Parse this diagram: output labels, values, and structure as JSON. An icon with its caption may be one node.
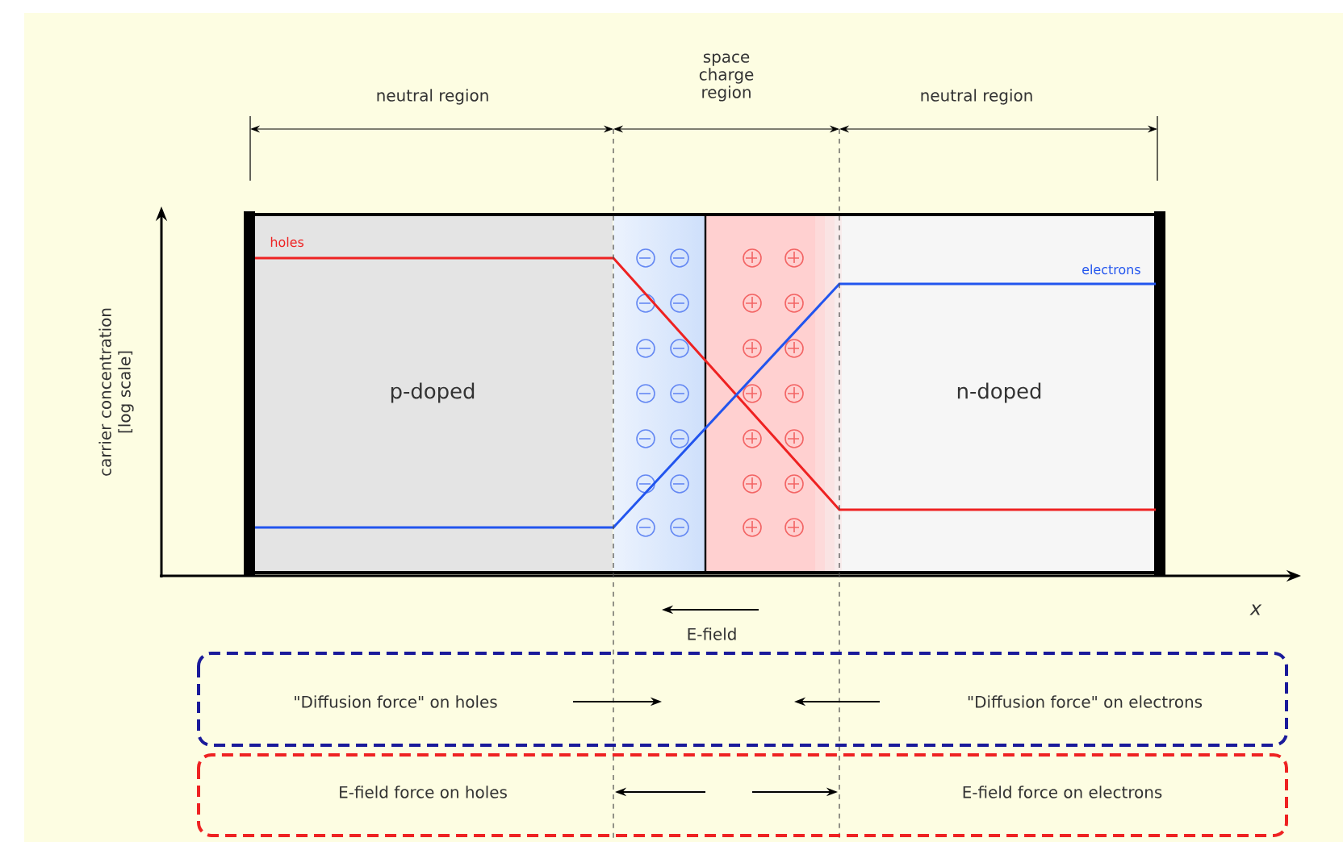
{
  "diagram": {
    "nodes": [
      {
        "text": [
          "p-doped"
        ]
      },
      {
        "text": [
          "n-doped"
        ]
      },
      {
        "text": [
          "\"Diffusion force\" on holes",
          "\"Diffusion force\" on electrons"
        ]
      },
      {
        "text": [
          "E-field force on holes",
          "E-field force on electrons"
        ]
      }
    ],
    "labels": [
      "neutral region",
      "space charge region",
      "neutral region",
      "carrier concentration [log scale]",
      "holes",
      "electrons",
      "x",
      "E-field"
    ]
  }
}
